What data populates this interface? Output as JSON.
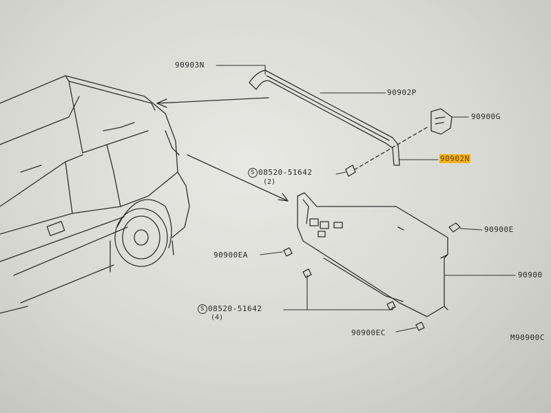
{
  "labels": {
    "trim_rear_corner": "90903N",
    "garnish_upper": "90902P",
    "clip_bracket": "90900G",
    "finisher_highlighted": "90902N",
    "screw_top": "08520-51642",
    "screw_top_qty": "(2)",
    "screw_bottom": "08520-51642",
    "screw_bottom_qty": "(4)",
    "clip_e": "90900E",
    "clip_ea": "90900EA",
    "clip_ec": "90900EC",
    "back_door_trim": "90900",
    "figure_id": "M90900C",
    "screw_symbol": "S"
  },
  "colors": {
    "line": "#2e2e2e",
    "highlight": "#f3b21b",
    "paper": "#e4e4e0"
  }
}
